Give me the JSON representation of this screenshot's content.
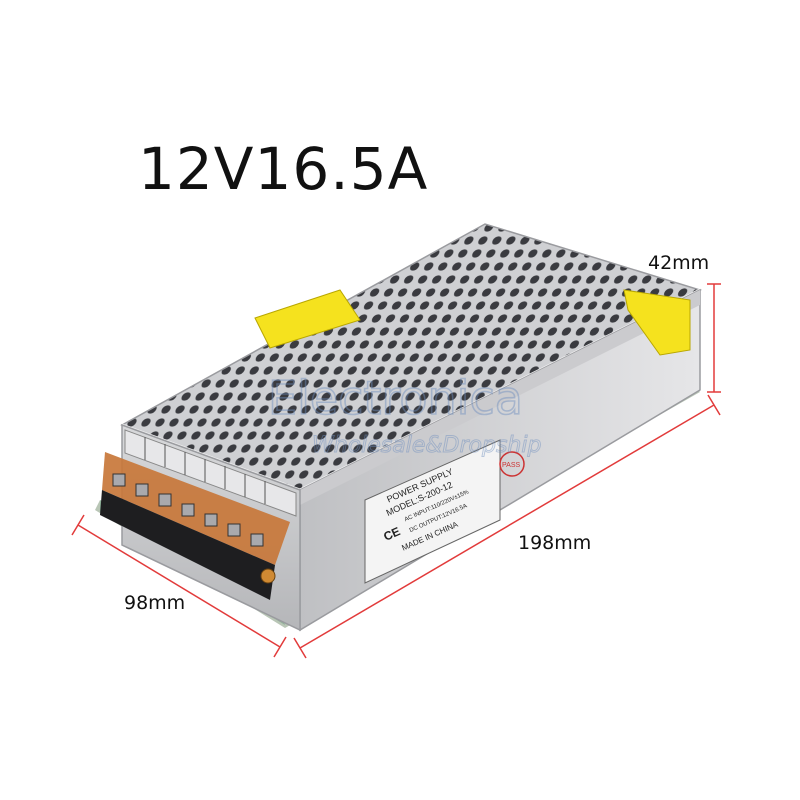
{
  "title": "12V16.5A",
  "dimensions": {
    "height": "42mm",
    "length": "198mm",
    "width": "98mm"
  },
  "label": {
    "line1": "POWER SUPPLY",
    "line2": "MODEL:S-200-12",
    "line3": "AC INPUT:110/220V±15%",
    "line4": "DC OUTPUT:12V16.5A",
    "line5": "MADE IN CHINA",
    "ce_mark": "CE",
    "pass_stamp": "PASS"
  },
  "watermark": {
    "brand": "Electronica",
    "tagline": "Wholesale&Dropship"
  },
  "colors": {
    "dimension_lines": "#e23b3b",
    "terminal_cover": "#c8773a",
    "warning_label": "#f5e21e",
    "case": "#d7d7d9"
  }
}
